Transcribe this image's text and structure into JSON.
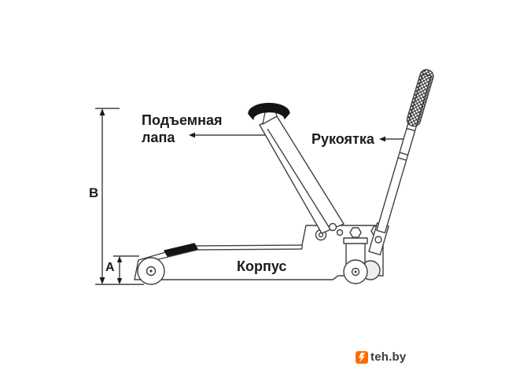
{
  "diagram": {
    "labels": {
      "lifting_pad_line1": "Подъемная",
      "lifting_pad_line2": "лапа",
      "handle": "Рукоятка",
      "body": "Корпус"
    },
    "dimensions": {
      "height_max": "В",
      "height_min": "А"
    }
  },
  "watermark": {
    "text": "teh.by"
  },
  "colors": {
    "line_art": "#3f3f46",
    "annotation": "#1a1a1a",
    "dark_fill": "#141414",
    "logo_orange": "#ff6b00"
  }
}
